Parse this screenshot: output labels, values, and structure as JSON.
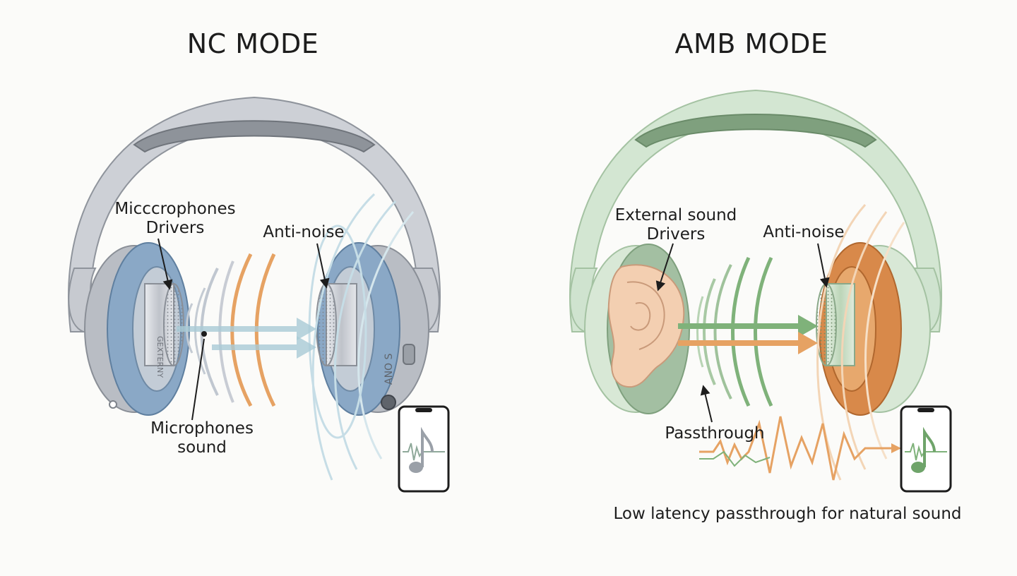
{
  "nc": {
    "title": "NC MODE",
    "label_mics": "Micccrophones",
    "label_drivers": "Drivers",
    "label_antinoise": "Anti-noise",
    "label_mic_sound_1": "Microphones",
    "label_mic_sound_2": "sound",
    "cup_text": "GEXTERNY",
    "side_text": "ANO S"
  },
  "amb": {
    "title": "AMB MODE",
    "label_external": "External sound",
    "label_drivers": "Drivers",
    "label_antinoise": "Anti-noise",
    "label_passthrough": "Passthrough",
    "caption": "Low latency passthrough for natural sound"
  },
  "colors": {
    "nc_band": "#c3c6cc",
    "nc_pad": "#8aa8c6",
    "amb_band": "#cfe3cf",
    "amb_pad_orange": "#d8894a",
    "orange": "#e6a263",
    "green": "#7fb27a"
  }
}
